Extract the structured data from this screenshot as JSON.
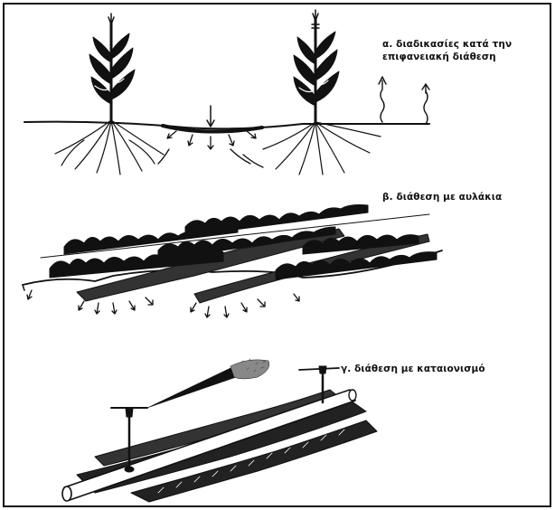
{
  "captions": {
    "a_line1": "α. διαδικασίες κατά την",
    "a_line2": "επιφανειακή διάθεση",
    "b": "β. διάθεση με αυλάκια",
    "c": "γ. διάθεση με καταιονισμό"
  },
  "colors": {
    "ink": "#111111",
    "background": "#ffffff"
  },
  "icons": {
    "corn-plant": "corn-plant-icon",
    "furrow-crop": "crop-row-icon",
    "sprinkler": "sprinkler-icon"
  }
}
